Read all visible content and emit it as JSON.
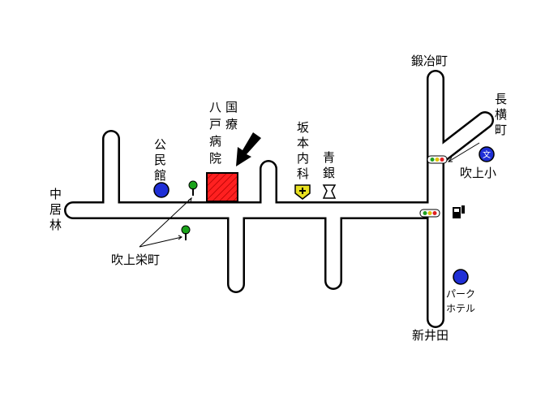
{
  "places": {
    "kajicho": "鍛冶町",
    "nagayokocho": "長横町",
    "hospital": "八戸病院",
    "hospital_line1": "国療",
    "clinic": "坂本内科",
    "bank": "青銀",
    "kominkan": "公民館",
    "nakaibayashi": "中居林",
    "fukiage_sakae": "吹上栄町",
    "fukiage_sho": "吹上小",
    "park_hotel_1": "パーク",
    "park_hotel_2": "ホテル",
    "shinida": "新井田",
    "school_symbol": "文"
  },
  "colors": {
    "road_outline": "#000000",
    "road_fill": "#ffffff",
    "hospital": "#ff2020",
    "kominkan_dot": "#1f2fd6",
    "school_dot": "#1f2fd6",
    "hotel_dot": "#1f2fd6",
    "clinic_badge": "#e8e020",
    "tree": "#1aa31a",
    "signal_red": "#e02020",
    "signal_yellow": "#e0c000",
    "signal_green": "#20a020"
  },
  "icons": {
    "hospital_arrow": "arrow-pointer-icon",
    "clinic": "clinic-badge-icon",
    "bank": "bank-icon",
    "gas_station": "gas-station-icon",
    "bus_stop": "bus-stop-icon",
    "traffic_light": "traffic-signal-icon"
  }
}
